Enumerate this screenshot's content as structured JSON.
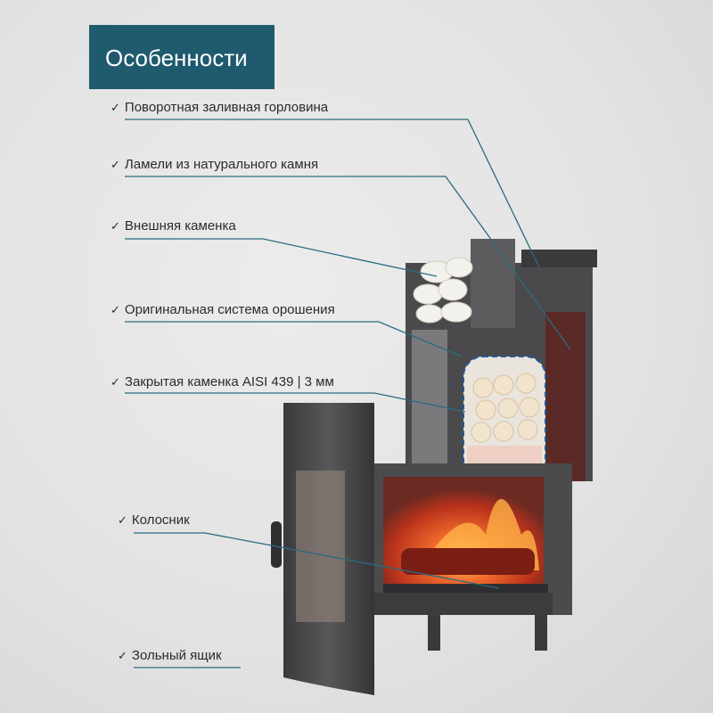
{
  "header": {
    "title": "Особенности"
  },
  "features": [
    {
      "label": "Поворотная заливная горловина"
    },
    {
      "label": "Ламели из натурального камня"
    },
    {
      "label": "Внешняя каменка"
    },
    {
      "label": "Оригинальная система орошения"
    },
    {
      "label": "Закрытая каменка AISI 439 | 3 мм"
    },
    {
      "label": "Колосник"
    },
    {
      "label": "Зольный ящик"
    }
  ],
  "colors": {
    "accent": "#1f5a6e",
    "line": "#2a6b80",
    "fire": "#e8552a"
  }
}
